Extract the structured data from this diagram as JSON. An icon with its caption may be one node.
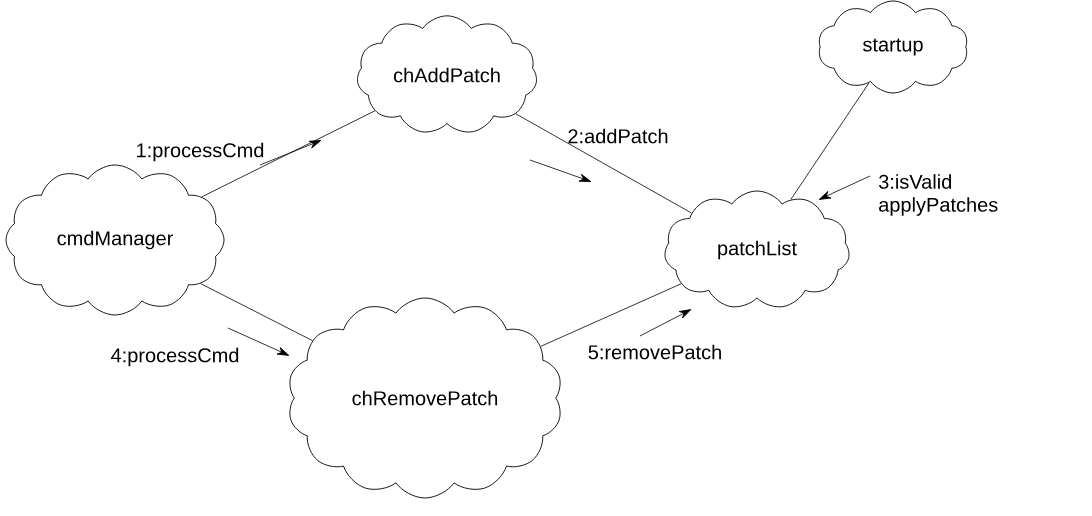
{
  "diagram": {
    "nodes": [
      {
        "text": [
          "chAddPatch"
        ]
      },
      {
        "text": [
          "startup"
        ]
      },
      {
        "text": [
          "cmdManager"
        ]
      },
      {
        "text": [
          "patchList"
        ]
      },
      {
        "text": [
          "chRemovePatch"
        ]
      }
    ],
    "edges": [
      {
        "from": 2,
        "to": 0,
        "arrow": "none",
        "label": "1:processCmd"
      },
      {
        "from": 0,
        "to": 3,
        "arrow": "none",
        "label": "2:addPatch"
      },
      {
        "from": 1,
        "to": 3,
        "arrow": "none",
        "label": "3:isValid applyPatches"
      },
      {
        "from": 2,
        "to": 4,
        "arrow": "none",
        "label": "4:processCmd"
      },
      {
        "from": 4,
        "to": 3,
        "arrow": "none",
        "label": "5:removePatch"
      }
    ]
  }
}
